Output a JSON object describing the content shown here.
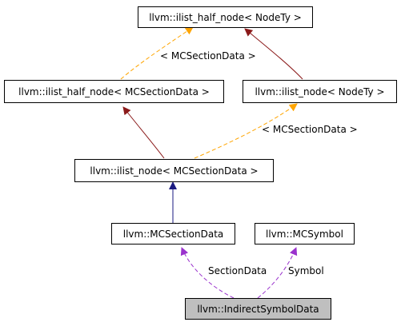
{
  "nodes": {
    "ilist_half_node_nodety": "llvm::ilist_half_node< NodeTy >",
    "ilist_half_node_mcsectiondata": "llvm::ilist_half_node< MCSectionData >",
    "ilist_node_nodety": "llvm::ilist_node< NodeTy >",
    "ilist_node_mcsectiondata": "llvm::ilist_node< MCSectionData >",
    "mcsectiondata": "llvm::MCSectionData",
    "mcsymbol": "llvm::MCSymbol",
    "indirectsymboldata": "llvm::IndirectSymbolData"
  },
  "edge_labels": {
    "template_arg_half_node": "< MCSectionData >",
    "template_arg_ilist_node": "< MCSectionData >",
    "member_section_data": "SectionData",
    "member_symbol": "Symbol"
  },
  "colors": {
    "inheritance_public": "#1a1a80",
    "inheritance_protected": "#8b1a1a",
    "template_instance": "#ffa500",
    "usage": "#9a32cd",
    "highlight_fill": "#bfbfbf"
  }
}
